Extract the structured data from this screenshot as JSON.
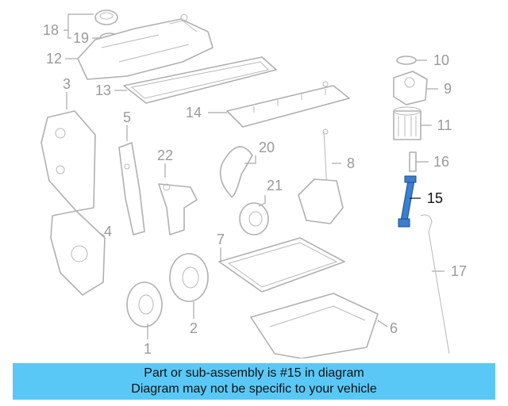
{
  "callouts": [
    "1",
    "2",
    "3",
    "4",
    "5",
    "6",
    "7",
    "8",
    "9",
    "10",
    "11",
    "12",
    "13",
    "14",
    "15",
    "16",
    "17",
    "18",
    "19",
    "20",
    "21",
    "22"
  ],
  "highlight": {
    "number": "15",
    "color": "#3a7fd0"
  },
  "banner": {
    "line1": "Part or sub-assembly is #15 in diagram",
    "line2": "Diagram may not be specific to your vehicle",
    "color": "#5ac8f6"
  }
}
